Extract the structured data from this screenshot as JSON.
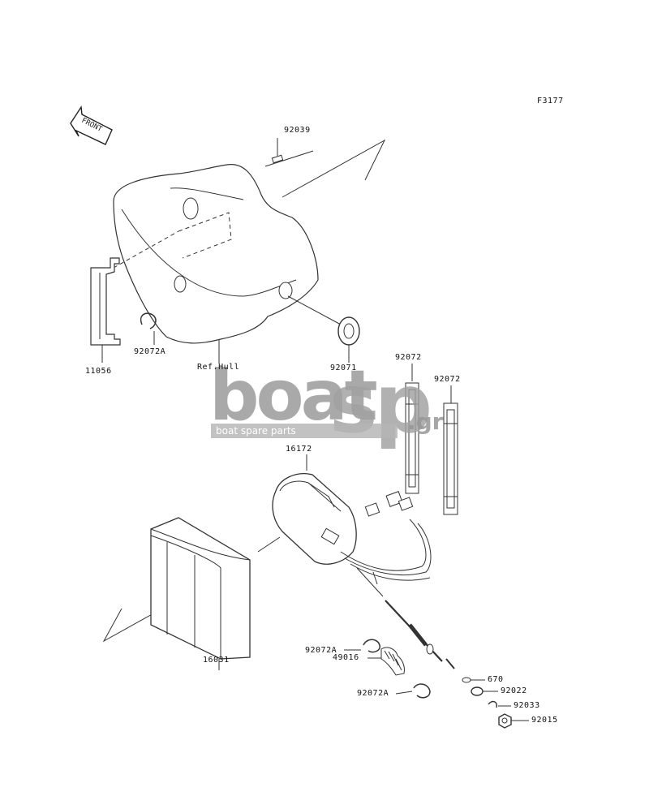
{
  "figure_code": "F3177",
  "front_arrow_text": "FRONT",
  "watermark": {
    "brand_left": "boat",
    "brand_right": "sp",
    "domain_suffix": ".gr",
    "tagline": "boat spare parts"
  },
  "parts": [
    {
      "id": "p-92039",
      "label": "92039"
    },
    {
      "id": "p-11056",
      "label": "11056"
    },
    {
      "id": "p-92072A-top",
      "label": "92072A"
    },
    {
      "id": "p-ref-hull",
      "label": "Ref.Hull"
    },
    {
      "id": "p-92071",
      "label": "92071"
    },
    {
      "id": "p-92072-left",
      "label": "92072"
    },
    {
      "id": "p-92072-right",
      "label": "92072"
    },
    {
      "id": "p-16172",
      "label": "16172"
    },
    {
      "id": "p-16031",
      "label": "16031"
    },
    {
      "id": "p-92072A-mid",
      "label": "92072A"
    },
    {
      "id": "p-49016",
      "label": "49016"
    },
    {
      "id": "p-92072A-low",
      "label": "92072A"
    },
    {
      "id": "p-670",
      "label": "670"
    },
    {
      "id": "p-92022",
      "label": "92022"
    },
    {
      "id": "p-92033",
      "label": "92033"
    },
    {
      "id": "p-92015",
      "label": "92015"
    }
  ]
}
